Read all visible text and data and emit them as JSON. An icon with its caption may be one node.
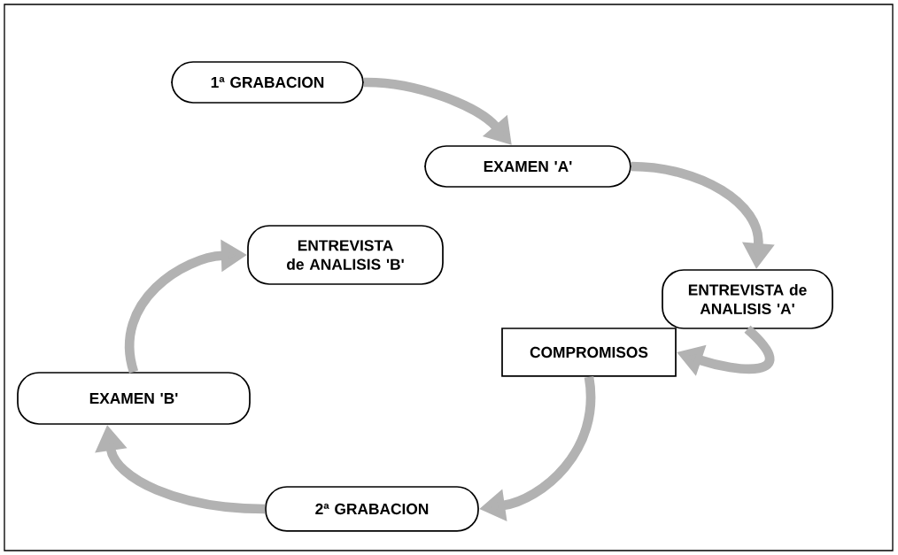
{
  "diagram": {
    "nodes": [
      {
        "text": [
          "1ª GRABACION"
        ]
      },
      {
        "text": [
          "EXAMEN 'A'"
        ]
      },
      {
        "text": [
          "ENTREVISTA de ANALISIS 'A'"
        ]
      },
      {
        "text": [
          "COMPROMISOS"
        ]
      },
      {
        "text": [
          "2ª GRABACION"
        ]
      },
      {
        "text": [
          "EXAMEN 'B'"
        ]
      },
      {
        "text": [
          "ENTREVISTA de ANALISIS 'B'"
        ]
      }
    ],
    "edges": [
      {
        "from": 0,
        "to": 1,
        "arrow": "to"
      },
      {
        "from": 1,
        "to": 2,
        "arrow": "to"
      },
      {
        "from": 2,
        "to": 3,
        "arrow": "to"
      },
      {
        "from": 3,
        "to": 4,
        "arrow": "to"
      },
      {
        "from": 4,
        "to": 5,
        "arrow": "to"
      },
      {
        "from": 5,
        "to": 6,
        "arrow": "to"
      }
    ]
  }
}
